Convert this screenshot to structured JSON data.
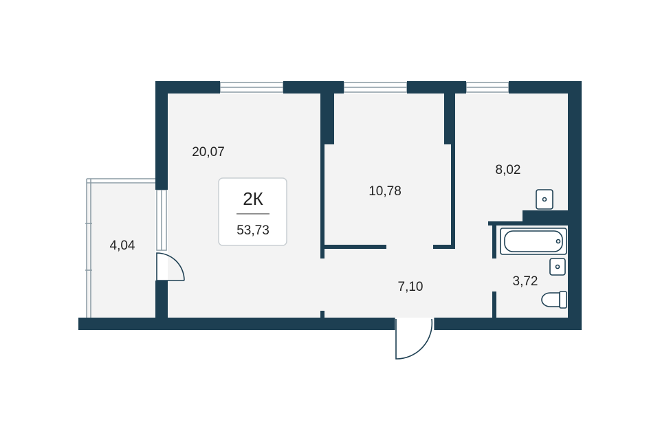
{
  "plan": {
    "apartment_type": "2К",
    "total_area": "53,73",
    "rooms": [
      {
        "id": "living",
        "area": "20,07"
      },
      {
        "id": "bedroom",
        "area": "10,78"
      },
      {
        "id": "kitchen",
        "area": "8,02"
      },
      {
        "id": "balcony",
        "area": "4,04"
      },
      {
        "id": "hall",
        "area": "7,10"
      },
      {
        "id": "bathroom",
        "area": "3,72"
      }
    ],
    "colors": {
      "wall": "#1d3f52",
      "floor": "#f3f3f3",
      "fixture_stroke": "#1d3f52",
      "text": "#222222"
    }
  }
}
